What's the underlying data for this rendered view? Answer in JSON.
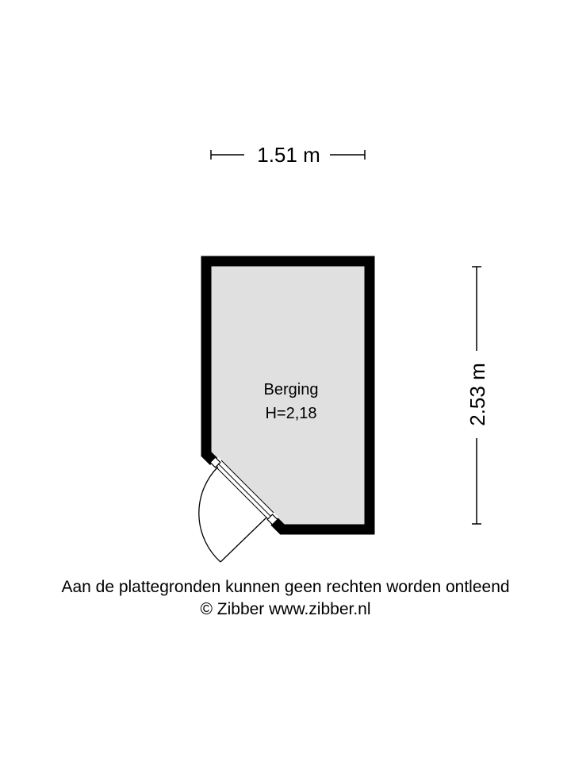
{
  "dimensions": {
    "width_label": "1.51 m",
    "height_label": "2.53 m"
  },
  "room": {
    "name": "Berging",
    "height_label": "H=2,18"
  },
  "footer": {
    "disclaimer": "Aan de plattegronden kunnen geen rechten worden ontleend",
    "copyright": "© Zibber www.zibber.nl"
  },
  "colors": {
    "wall": "#000000",
    "floor": "#e0e0e0",
    "background": "#ffffff"
  }
}
